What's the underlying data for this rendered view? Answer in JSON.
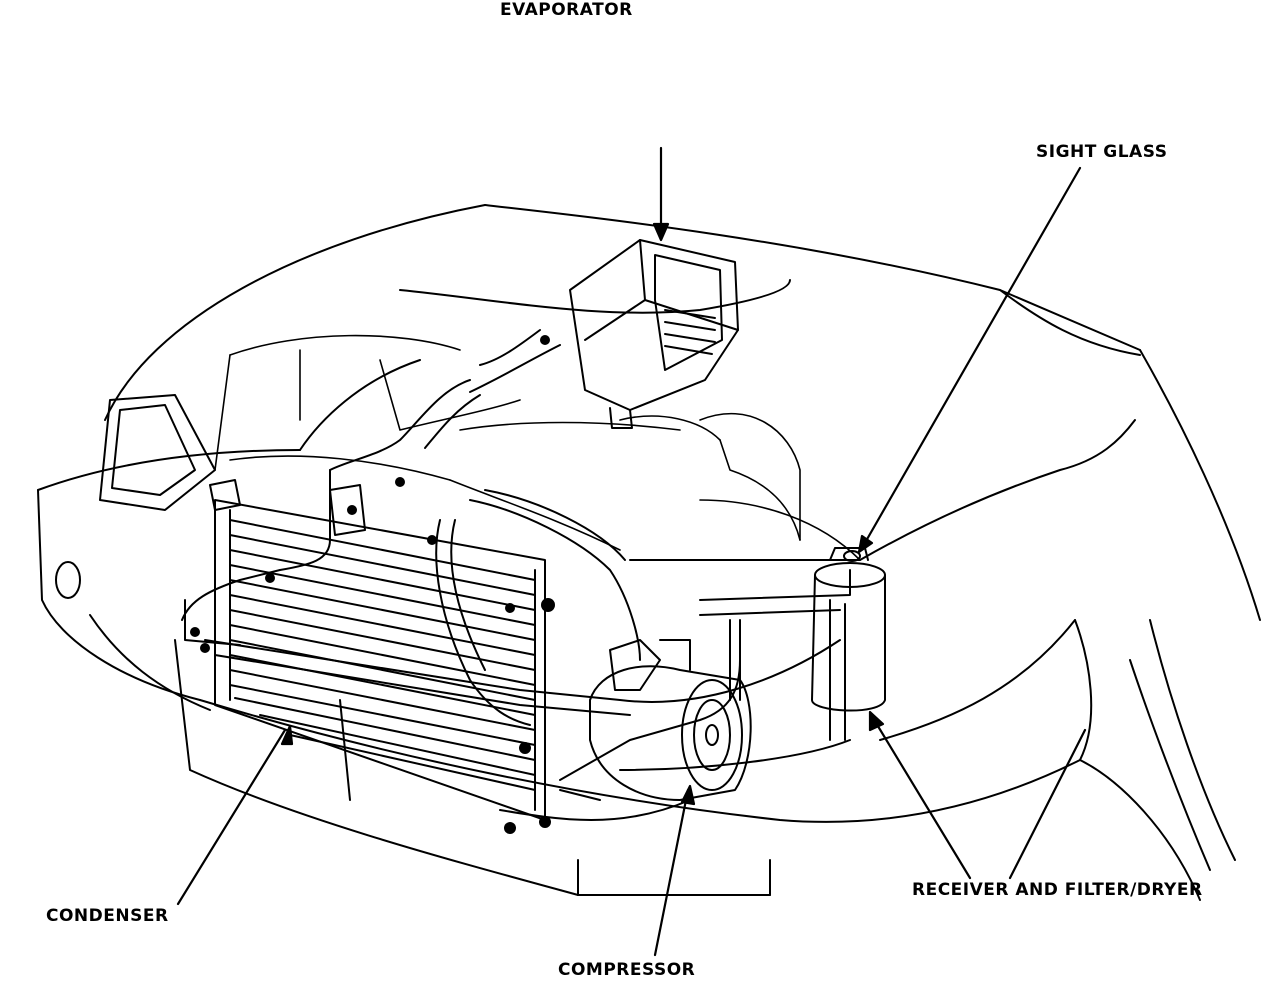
{
  "diagram": {
    "labels": {
      "evaporator": "EVAPORATOR",
      "sight_glass": "SIGHT GLASS",
      "receiver": "RECEIVER AND FILTER/DRYER",
      "condenser": "CONDENSER",
      "compressor": "COMPRESSOR"
    },
    "colors": {
      "ink": "#000000",
      "paper": "#ffffff"
    }
  }
}
